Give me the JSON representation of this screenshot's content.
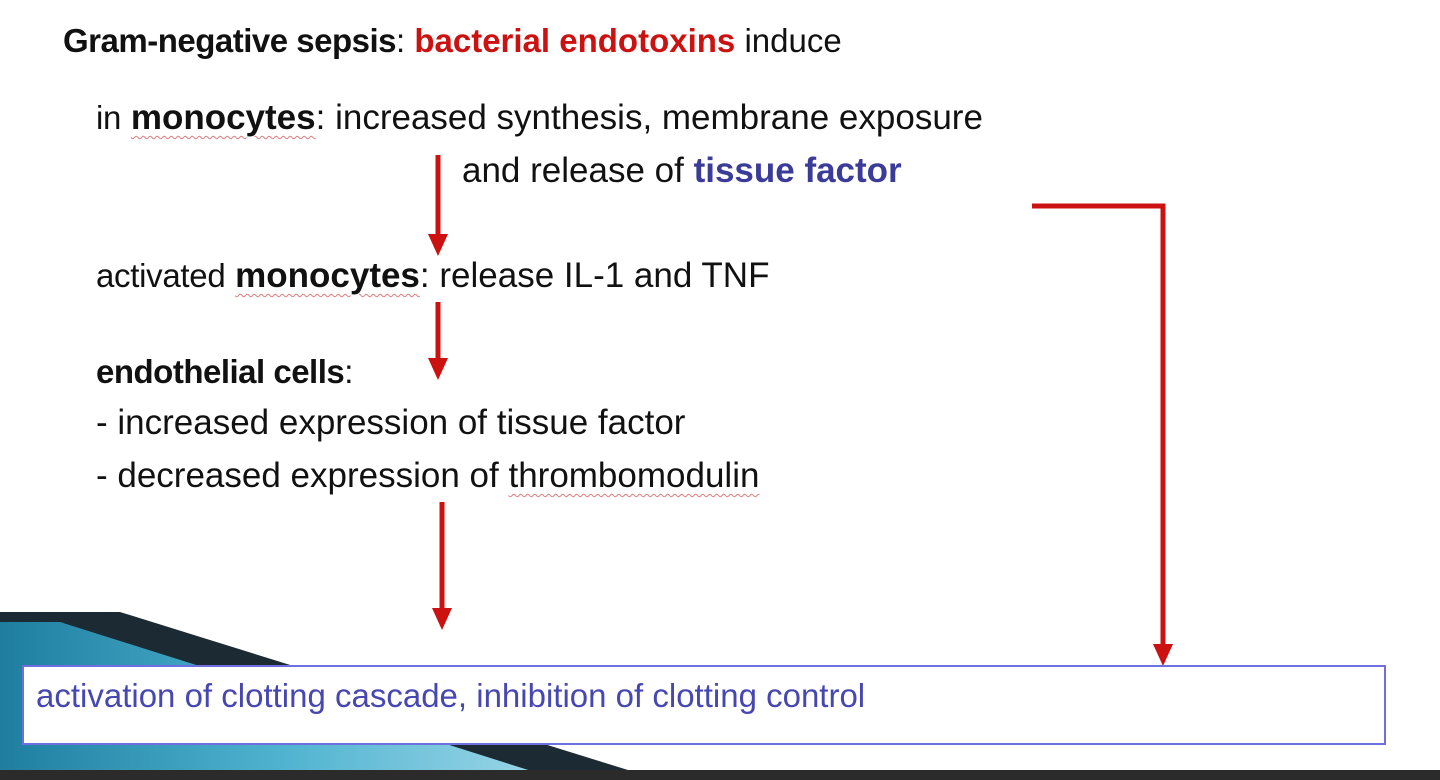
{
  "heading": {
    "label": "Gram-negative sepsis",
    "colon": ":",
    "endotoxins": "bacterial endotoxins",
    "verb": "induce"
  },
  "monocytes": {
    "prefix": "in",
    "label": "monocytes",
    "colon": ":",
    "text": "increased synthesis, membrane exposure",
    "line2_prefix": "and release of",
    "line2_highlight": "tissue factor"
  },
  "activated": {
    "prefix": "activated",
    "label": "monocytes",
    "colon": ":",
    "text": "release IL-1 and TNF"
  },
  "endothelial": {
    "label": "endothelial cells",
    "colon": ":",
    "item1": "- increased expression of tissue factor",
    "item2_prefix": "- decreased expression of",
    "item2_term": "thrombomodulin"
  },
  "outcome": {
    "text": "activation of clotting cascade, inhibition of clotting control"
  },
  "colors": {
    "arrow": "#cc1111",
    "endotoxin_text": "#cc1111",
    "tissue_factor_text": "#3b3b9a",
    "outcome_text": "#4747b2",
    "outcome_border": "#6f6fe0",
    "corner_teal": "#2a93b3",
    "corner_dark": "#1b2a33"
  }
}
